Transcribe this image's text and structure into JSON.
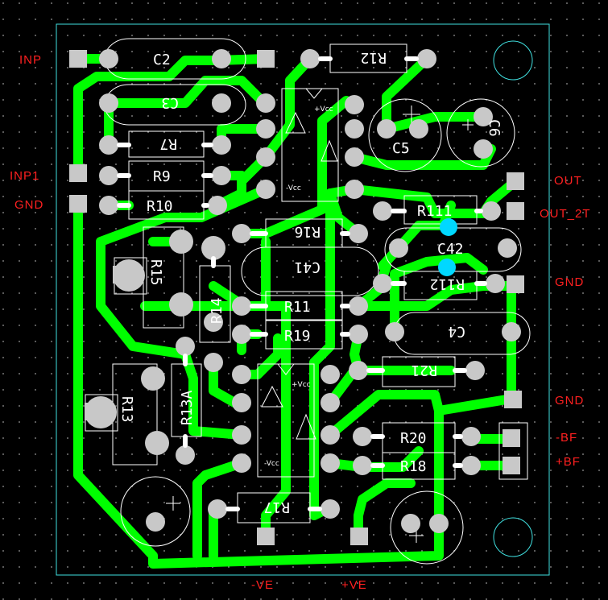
{
  "labels": {
    "inp": "INP",
    "inp1": "INP1",
    "gnd_left": "GND",
    "out": "OUT",
    "out_2t": "OUT_2T",
    "gnd_right_1": "GND",
    "gnd_right_2": "GND",
    "minus_bf": "-BF",
    "plus_bf": "+BF",
    "minus_ve": "-VE",
    "plus_ve": "+VE"
  },
  "components": {
    "c2": "C2",
    "c3": "C3",
    "r12": "R12",
    "c5": "C5",
    "c6": "C6",
    "r7": "R7",
    "r9": "R9",
    "r10": "R10",
    "r111": "R111",
    "c42": "C42",
    "r112": "R112",
    "r16": "R16",
    "c41": "C41",
    "r15": "R15",
    "r14": "R14",
    "r11": "R11",
    "r19": "R19",
    "c4": "C4",
    "r21": "R21",
    "r13": "R13",
    "r13a": "R13A",
    "r20": "R20",
    "r18": "R18",
    "r17": "R17"
  },
  "ic_marks": {
    "vcc": "+Vcc",
    "minus_vcc": "-Vcc"
  },
  "colors": {
    "background": "#000000",
    "trace": "#00ff00",
    "pad": "#c8c8c8",
    "silkscreen": "#ffffff",
    "label": "#ff2020",
    "board_outline": "#40e0e0",
    "via": "#00d8ff"
  }
}
